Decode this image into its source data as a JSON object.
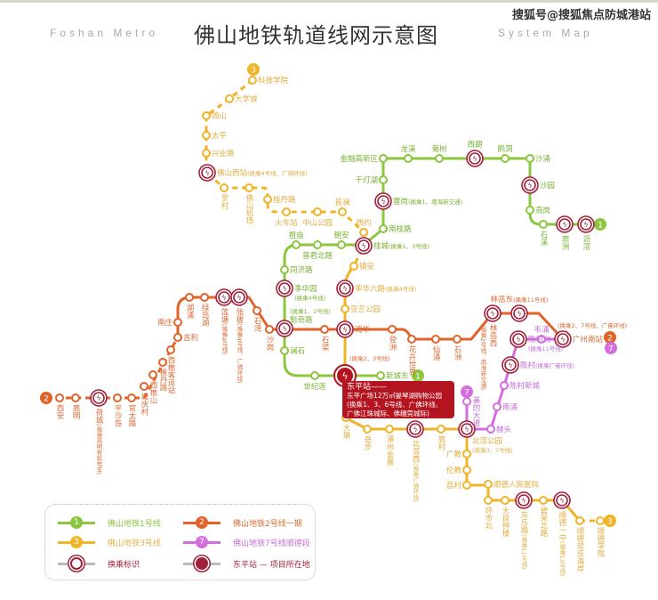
{
  "header": {
    "title": "佛山地铁轨道线网示意图",
    "left_en": "Foshan Metro",
    "right_en": "System Map",
    "watermark": "搜狐号@搜狐焦点防城港站"
  },
  "colors": {
    "line1": "#8cc63f",
    "line2": "#e2632a",
    "line3": "#f0b429",
    "line7": "#d36ee0",
    "interchange": "#a3203a",
    "project": "#b3141f"
  },
  "stations": {
    "xinchengdong": {
      "name": "新城东"
    },
    "dongping": {
      "name": ""
    },
    "shijilian": {
      "name": "世纪莲"
    },
    "lanshi": {
      "name": "澜石"
    },
    "kuiqilu": {
      "name": "魁奇路",
      "note": "(换乘1、2号线)"
    },
    "jihuayuan": {
      "name": "季华园",
      "note": "(换乘4号线)"
    },
    "tongjilu": {
      "name": "同济路"
    },
    "zumiao": {
      "name": "祖庙"
    },
    "pujunbeilu": {
      "name": "普君北路"
    },
    "chaoan": {
      "name": "朝安"
    },
    "guicheng": {
      "name": "桂城",
      "note": "(换乘1、3号线)"
    },
    "nanguilu": {
      "name": "南桂路"
    },
    "leigang": {
      "name": "雷岗",
      "note": "(换乘1、南海新交通)"
    },
    "qiandenghu": {
      "name": "千灯湖"
    },
    "jinrong": {
      "name": "金融高新区"
    },
    "longxi": {
      "name": "龙溪"
    },
    "jushu": {
      "name": "菊树"
    },
    "xilang": {
      "name": "西朗"
    },
    "hedong": {
      "name": "鹤洞"
    },
    "shachong": {
      "name": "沙涌"
    },
    "shayuan": {
      "name": "沙园"
    },
    "yangang": {
      "name": "燕岗"
    },
    "shixi": {
      "name": "石溪"
    },
    "nanzhou": {
      "name": "南洲"
    },
    "lijiao": {
      "name": "沥滘"
    },
    "xian": {
      "name": "西安"
    },
    "gaoming": {
      "name": "高明"
    },
    "hecheng": {
      "name": "荷城",
      "note": "(换乘高明有轨电车)"
    },
    "pingshadao": {
      "name": "平沙岛"
    },
    "futailu": {
      "name": "官太路"
    },
    "tangqingcun": {
      "name": "塘庆村"
    },
    "xiqiaoshan": {
      "name": "西樵山"
    },
    "qiaodanlu": {
      "name": "樵丹路"
    },
    "xiqiaokeyun": {
      "name": "西樵客运站"
    },
    "jili": {
      "name": "吉利"
    },
    "nanzhuang": {
      "name": "南庄"
    },
    "huchong": {
      "name": "湖涌"
    },
    "lvdaohu": {
      "name": "绿岛湖"
    },
    "liantang": {
      "name": "莲塘",
      "note": "(换乘4号线)"
    },
    "zhangcha": {
      "name": "张槎",
      "note": "(换乘4号线、广佛环线)"
    },
    "shiwan": {
      "name": "石湾"
    },
    "shagang": {
      "name": "沙岗"
    },
    "shiliang": {
      "name": "石梁"
    },
    "wanhua": {
      "name": "湾华",
      "note": "(换乘2、3号线)"
    },
    "dengzhou": {
      "name": "登洲"
    },
    "huahui": {
      "name": "花卉世界"
    },
    "xianchong": {
      "name": "仙涌"
    },
    "shizhou": {
      "name": "石洲"
    },
    "linyuexi": {
      "name": "林岳西",
      "note": "(换乘2号线、南海新交通)"
    },
    "linyuedong": {
      "name": "林岳东",
      "note": "(换乘11号线)"
    },
    "guangzhounan": {
      "name": "广州南站",
      "note": "(换乘2、7号线、广佛环线)"
    },
    "kejixueyuan": {
      "name": "科技学院"
    },
    "daxuecheng": {
      "name": "大学城"
    },
    "jianshan": {
      "name": "简山"
    },
    "taiping": {
      "name": "太平"
    },
    "xingyelu": {
      "name": "兴业路"
    },
    "foshanxi": {
      "name": "佛山西站",
      "note": "(换乘4号线、广佛环线)"
    },
    "luocun": {
      "name": "罗村"
    },
    "jichang": {
      "name": "佛山机场"
    },
    "guidanlu": {
      "name": "桂丹路"
    },
    "huochezhan": {
      "name": "火车站"
    },
    "zhongshan": {
      "name": "中山公园"
    },
    "pulan": {
      "name": "普澜"
    },
    "xiyue": {
      "name": "西约"
    },
    "zhenan": {
      "name": "镇安"
    },
    "jihualiulu": {
      "name": "季华六路",
      "note": "(换乘4号线)"
    },
    "yayi": {
      "name": "亚艺公园"
    },
    "dadun": {
      "name": "大墩"
    },
    "yuebu": {
      "name": "岳步"
    },
    "tanzhou": {
      "name": "潭州会展"
    },
    "beijiaoxi": {
      "name": "北滘西",
      "note": "(换乘广佛环线)"
    },
    "gaocun": {
      "name": "高村"
    },
    "beijiaogongyuan": {
      "name": "北滘公园",
      "note": "(换乘3、7号线)"
    },
    "guangjiao": {
      "name": "广教"
    },
    "lunjiao": {
      "name": "伦教"
    },
    "licun": {
      "name": "荔村"
    },
    "renminyiyuan": {
      "name": "顺德人民医院"
    },
    "huanshibei": {
      "name": "环市北"
    },
    "zhonglou": {
      "name": "大良钟楼"
    },
    "donglelu": {
      "name": "东乐路",
      "note": "(换乘11号线)"
    },
    "birong": {
      "name": "碧荣北路"
    },
    "yizhong": {
      "name": "顺德一中",
      "note": "(换乘13号线)"
    },
    "haian": {
      "name": "顺德欢乐海岸"
    },
    "shundexueyuan": {
      "name": "顺德学院"
    },
    "weichong": {
      "name": "韦涌"
    },
    "chencunbei": {
      "name": "陈村北",
      "note": "(换乘11号线)"
    },
    "chencun": {
      "name": "陈村",
      "note": "(换乘广佛环线)"
    },
    "chencunxincheng": {
      "name": "陈村新城"
    },
    "nanchong": {
      "name": "南涌"
    },
    "hetou": {
      "name": "赫头"
    },
    "meidi": {
      "name": "美的大道"
    }
  },
  "lines": [
    {
      "badge": "1",
      "stops": [
        "xinchengdong",
        "dongping",
        "shijilian",
        "lanshi",
        "kuiqilu",
        "jihuayuan",
        "tongjilu",
        "zumiao",
        "pujunbeilu",
        "chaoan",
        "guicheng",
        "nanguilu",
        "leigang",
        "qiandenghu",
        "jinrong",
        "longxi",
        "jushu",
        "xilang",
        "hedong",
        "shachong",
        "shayuan",
        "yangang",
        "shixi",
        "nanzhou",
        "lijiao"
      ],
      "interchanges": [
        "dongping",
        "kuiqilu",
        "jihuayuan",
        "guicheng",
        "leigang",
        "xilang",
        "shayuan",
        "nanzhou",
        "lijiao"
      ]
    },
    {
      "badge": "2",
      "stops": [
        "xian",
        "gaoming",
        "hecheng",
        "pingshadao",
        "futailu",
        "tangqingcun",
        "xiqiaoshan",
        "qiaodanlu",
        "xiqiaokeyun",
        "jili",
        "nanzhuang",
        "huchong",
        "lvdaohu",
        "liantang",
        "zhangcha",
        "shiwan",
        "shagang",
        "kuiqilu",
        "shiliang",
        "wanhua",
        "dengzhou",
        "huahui",
        "xianchong",
        "shizhou",
        "linyuexi",
        "linyuedong",
        "guangzhounan"
      ],
      "interchanges": [
        "hecheng",
        "liantang",
        "zhangcha",
        "kuiqilu",
        "wanhua",
        "linyuexi",
        "linyuedong",
        "guangzhounan"
      ]
    },
    {
      "badge": "3",
      "stops": [
        "kejixueyuan",
        "daxuecheng",
        "jianshan",
        "taiping",
        "xingyelu",
        "foshanxi",
        "luocun",
        "jichang",
        "guidanlu",
        "huochezhan",
        "zhongshan",
        "pulan",
        "xiyue",
        "guicheng",
        "zhenan",
        "jihualiulu",
        "yayi",
        "wanhua",
        "dongping",
        "dadun",
        "yuebu",
        "tanzhou",
        "beijiaoxi",
        "gaocun",
        "beijiaogongyuan",
        "guangjiao",
        "lunjiao",
        "licun",
        "renminyiyuan",
        "huanshibei",
        "zhonglou",
        "donglelu",
        "birong",
        "yizhong",
        "haian",
        "shundexueyuan"
      ],
      "interchanges": [
        "foshanxi",
        "guicheng",
        "jihualiulu",
        "wanhua",
        "dongping",
        "beijiaoxi",
        "beijiaogongyuan",
        "donglelu",
        "yizhong"
      ]
    },
    {
      "badge": "7",
      "stops": [
        "guangzhounan",
        "weichong",
        "chencunbei",
        "chencun",
        "chencunxincheng",
        "nanchong",
        "hetou",
        "beijiaogongyuan",
        "meidi"
      ],
      "interchanges": [
        "guangzhounan",
        "chencunbei",
        "chencun",
        "beijiaogongyuan"
      ]
    }
  ],
  "callout": {
    "title": "东平站——",
    "line1": "东平广场12万㎡晏琴湖购物公园",
    "line2": "(换乘1、3、6号线、广佛环线、",
    "line3": "广佛江珠城际、佛穗莞城际)"
  },
  "legend": {
    "line1": {
      "badge": "1",
      "label": "佛山地铁1号线"
    },
    "line2": {
      "badge": "2",
      "label": "佛山地铁2号线一期"
    },
    "line3": {
      "badge": "3",
      "label": "佛山地铁3号线"
    },
    "line7": {
      "badge": "7",
      "label": "佛山地铁7号线顺德段"
    },
    "transfer": {
      "label": "换乘标识"
    },
    "project": {
      "label": "东平站 — 项目所在地"
    }
  }
}
